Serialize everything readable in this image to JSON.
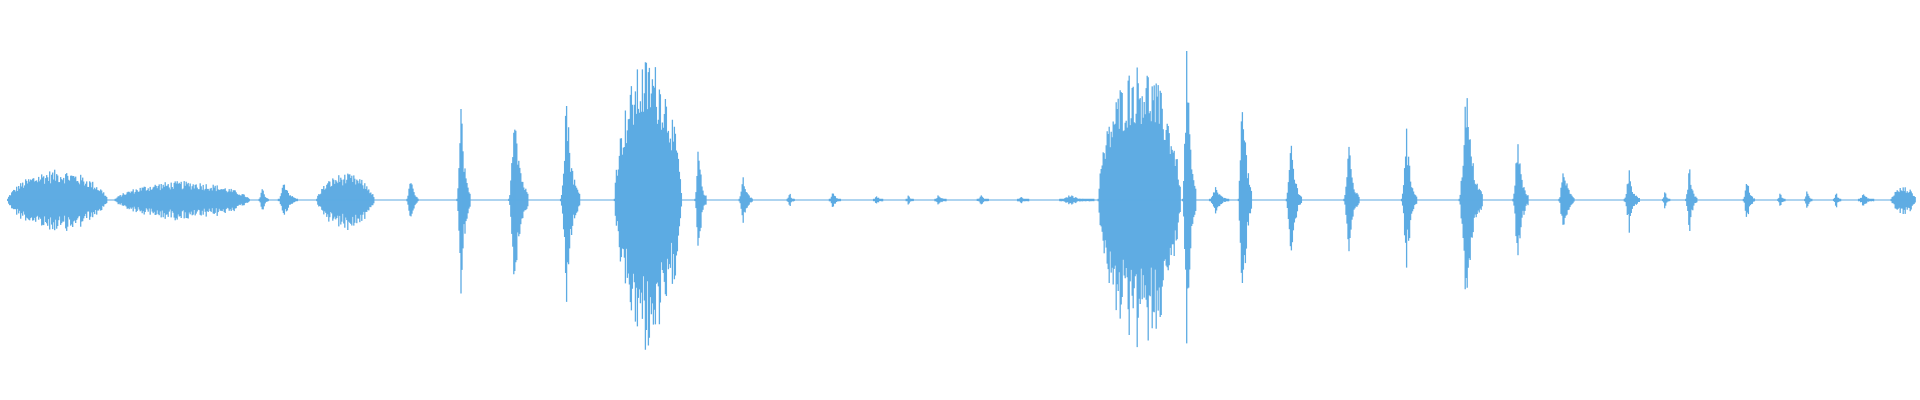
{
  "waveform": {
    "color": "#5dabe3",
    "background": "#ffffff",
    "segments": [
      {
        "start": 0.004,
        "end": 0.056,
        "peak": 0.16,
        "type": "burst"
      },
      {
        "start": 0.06,
        "end": 0.13,
        "peak": 0.1,
        "type": "burst"
      },
      {
        "start": 0.135,
        "end": 0.14,
        "peak": 0.08,
        "type": "spike"
      },
      {
        "start": 0.145,
        "end": 0.155,
        "peak": 0.12,
        "type": "spike"
      },
      {
        "start": 0.165,
        "end": 0.195,
        "peak": 0.14,
        "type": "burst"
      },
      {
        "start": 0.212,
        "end": 0.218,
        "peak": 0.15,
        "type": "spike"
      },
      {
        "start": 0.238,
        "end": 0.245,
        "peak": 0.55,
        "type": "spike"
      },
      {
        "start": 0.265,
        "end": 0.275,
        "peak": 0.65,
        "type": "spike"
      },
      {
        "start": 0.292,
        "end": 0.302,
        "peak": 0.64,
        "type": "spike"
      },
      {
        "start": 0.32,
        "end": 0.355,
        "peak": 0.75,
        "type": "burst"
      },
      {
        "start": 0.362,
        "end": 0.368,
        "peak": 0.33,
        "type": "spike"
      },
      {
        "start": 0.385,
        "end": 0.392,
        "peak": 0.16,
        "type": "spike"
      },
      {
        "start": 0.41,
        "end": 0.414,
        "peak": 0.05,
        "type": "spike"
      },
      {
        "start": 0.432,
        "end": 0.438,
        "peak": 0.05,
        "type": "spike"
      },
      {
        "start": 0.455,
        "end": 0.46,
        "peak": 0.03,
        "type": "spike"
      },
      {
        "start": 0.472,
        "end": 0.476,
        "peak": 0.03,
        "type": "spike"
      },
      {
        "start": 0.487,
        "end": 0.493,
        "peak": 0.04,
        "type": "spike"
      },
      {
        "start": 0.509,
        "end": 0.515,
        "peak": 0.03,
        "type": "spike"
      },
      {
        "start": 0.53,
        "end": 0.536,
        "peak": 0.02,
        "type": "spike"
      },
      {
        "start": 0.552,
        "end": 0.57,
        "peak": 0.03,
        "type": "spike"
      },
      {
        "start": 0.572,
        "end": 0.615,
        "peak": 0.72,
        "type": "burst"
      },
      {
        "start": 0.616,
        "end": 0.623,
        "peak": 0.92,
        "type": "spike"
      },
      {
        "start": 0.63,
        "end": 0.64,
        "peak": 0.08,
        "type": "spike"
      },
      {
        "start": 0.645,
        "end": 0.652,
        "peak": 0.84,
        "type": "spike"
      },
      {
        "start": 0.67,
        "end": 0.678,
        "peak": 0.38,
        "type": "spike"
      },
      {
        "start": 0.7,
        "end": 0.708,
        "peak": 0.34,
        "type": "spike"
      },
      {
        "start": 0.73,
        "end": 0.738,
        "peak": 0.44,
        "type": "spike"
      },
      {
        "start": 0.76,
        "end": 0.772,
        "peak": 0.68,
        "type": "spike"
      },
      {
        "start": 0.788,
        "end": 0.796,
        "peak": 0.39,
        "type": "spike"
      },
      {
        "start": 0.812,
        "end": 0.82,
        "peak": 0.23,
        "type": "spike"
      },
      {
        "start": 0.846,
        "end": 0.854,
        "peak": 0.18,
        "type": "spike"
      },
      {
        "start": 0.866,
        "end": 0.87,
        "peak": 0.05,
        "type": "spike"
      },
      {
        "start": 0.878,
        "end": 0.884,
        "peak": 0.2,
        "type": "spike"
      },
      {
        "start": 0.908,
        "end": 0.914,
        "peak": 0.13,
        "type": "spike"
      },
      {
        "start": 0.926,
        "end": 0.93,
        "peak": 0.05,
        "type": "spike"
      },
      {
        "start": 0.94,
        "end": 0.944,
        "peak": 0.08,
        "type": "spike"
      },
      {
        "start": 0.955,
        "end": 0.959,
        "peak": 0.05,
        "type": "spike"
      },
      {
        "start": 0.968,
        "end": 0.976,
        "peak": 0.04,
        "type": "spike"
      },
      {
        "start": 0.985,
        "end": 0.998,
        "peak": 0.07,
        "type": "burst"
      }
    ]
  }
}
